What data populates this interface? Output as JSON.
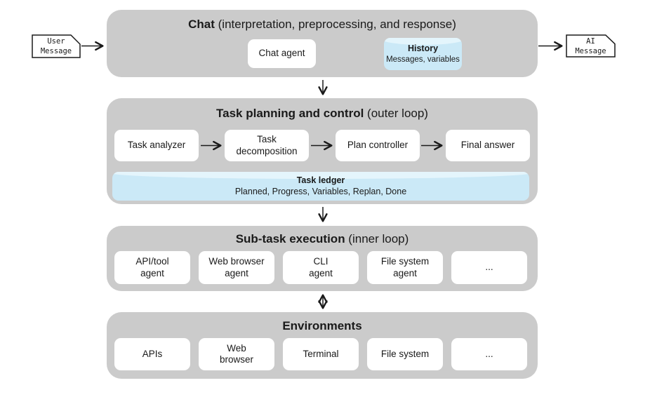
{
  "colors": {
    "section_bg": "#cbcbcb",
    "card_bg": "#ffffff",
    "accent_blue": "#cbe9f7",
    "accent_blue_light": "#e4f5fc",
    "text": "#1a1a1a"
  },
  "external": {
    "user_message": "User\nMessage",
    "ai_message": "AI\nMessage"
  },
  "chat": {
    "title_bold": "Chat",
    "title_rest": " (interpretation, preprocessing, and response)",
    "agent_label": "Chat agent",
    "history_title": "History",
    "history_subtitle": "Messages, variables"
  },
  "planning": {
    "title_bold": "Task planning and control",
    "title_rest": " (outer loop)",
    "steps": [
      "Task analyzer",
      "Task\ndecomposition",
      "Plan controller",
      "Final answer"
    ],
    "ledger_title": "Task ledger",
    "ledger_subtitle": "Planned, Progress, Variables, Replan, Done"
  },
  "subtask": {
    "title_bold": "Sub-task execution",
    "title_rest": " (inner loop)",
    "agents": [
      "API/tool\nagent",
      "Web browser\nagent",
      "CLI\nagent",
      "File system\nagent",
      "..."
    ]
  },
  "environments": {
    "title_bold": "Environments",
    "title_rest": "",
    "items": [
      "APIs",
      "Web\nbrowser",
      "Terminal",
      "File system",
      "..."
    ]
  }
}
